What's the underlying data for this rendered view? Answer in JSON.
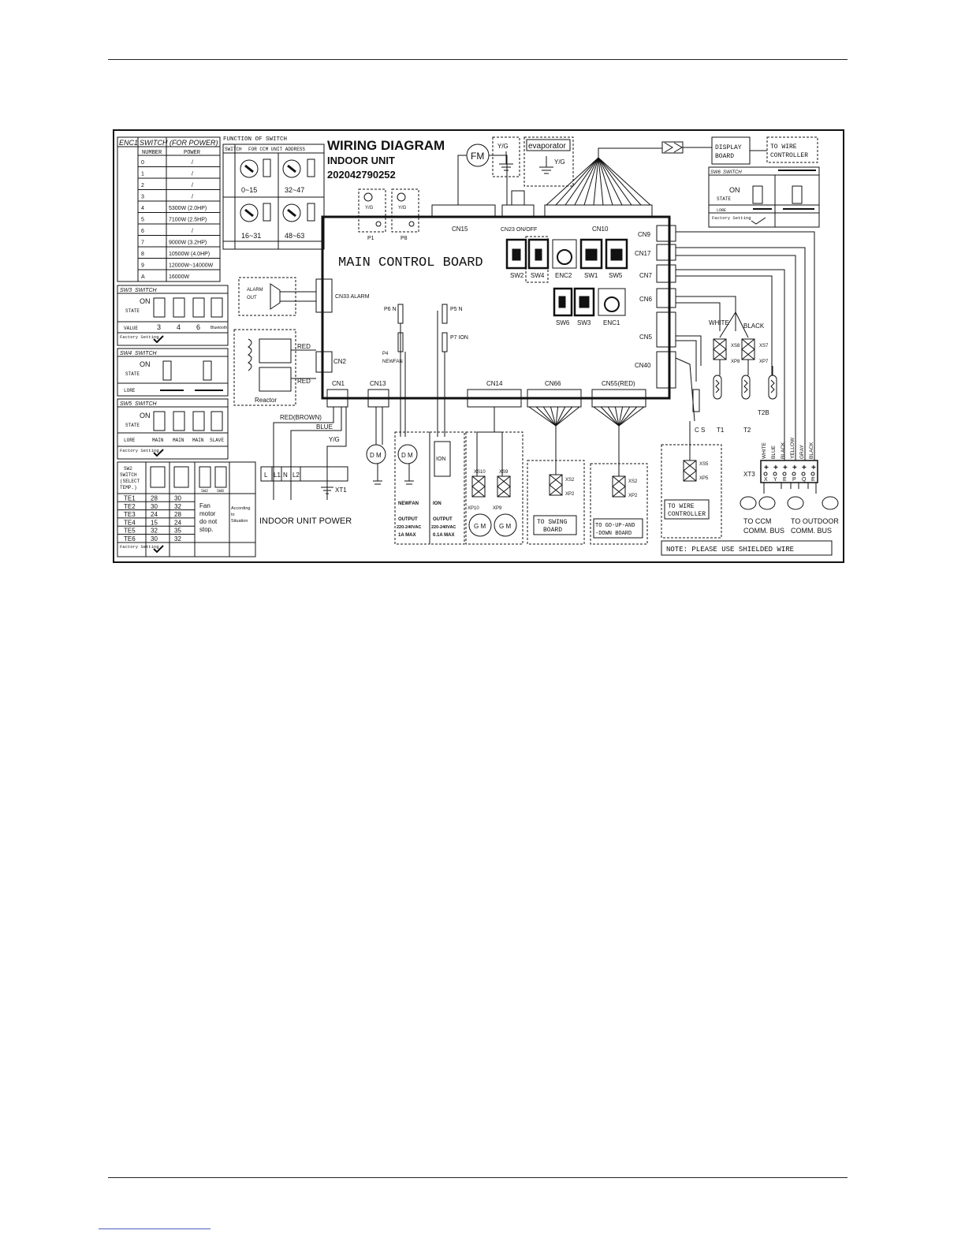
{
  "header": {
    "title": "WIRING DIAGRAM",
    "subtitle": "INDOOR UNIT",
    "code": "202042790252",
    "main_board": "MAIN CONTROL BOARD"
  },
  "enc1_table": {
    "head_enc": "ENC1",
    "head_switch": "SWITCH",
    "head_power_note": "(FOR POWER)",
    "col_number": "NUMBER",
    "col_power": "POWER",
    "rows": [
      {
        "n": "0",
        "p": "/"
      },
      {
        "n": "1",
        "p": "/"
      },
      {
        "n": "2",
        "p": "/"
      },
      {
        "n": "3",
        "p": "/"
      },
      {
        "n": "4",
        "p": "5300W (2.0HP)"
      },
      {
        "n": "5",
        "p": "7100W (2.5HP)"
      },
      {
        "n": "6",
        "p": "/"
      },
      {
        "n": "7",
        "p": "9000W (3.2HP)"
      },
      {
        "n": "8",
        "p": "10500W (4.0HP)"
      },
      {
        "n": "9",
        "p": "12000W~14000W"
      },
      {
        "n": "A",
        "p": "16000W"
      }
    ]
  },
  "function_table": {
    "title": "FUNCTION OF SWITCH",
    "col_switch": "SWITCH",
    "col_address": "FOR CCM UNIT ADDRESS",
    "ranges": [
      "0~15",
      "32~47",
      "16~31",
      "48~63"
    ]
  },
  "sw3_table": {
    "name": "SW3",
    "label": "SWITCH",
    "on": "ON",
    "state": "STATE",
    "value_label": "VALUE",
    "values": [
      "3",
      "4",
      "6",
      "Bluetooth"
    ],
    "factory": "Factory Setting"
  },
  "sw4_table": {
    "name": "SW4",
    "label": "SWITCH",
    "on": "ON",
    "state": "STATE",
    "lore": "LORE"
  },
  "sw5_table": {
    "name": "SW5",
    "label": "SWITCH",
    "on": "ON",
    "state": "STATE",
    "lore": "LORE",
    "values": [
      "MAIN",
      "MAIN",
      "MAIN",
      "SLAVE"
    ],
    "factory": "Factory Setting"
  },
  "sw6_table": {
    "name": "SW6",
    "label": "SWITCH",
    "on": "ON",
    "state": "STATE",
    "lore": "LORE",
    "factory": "Factory Setting"
  },
  "sw2_table": {
    "head": [
      "SW2",
      "SWITCH",
      "(SELECT",
      "TEMP.)"
    ],
    "rows": [
      [
        "TE1",
        "28",
        "30"
      ],
      [
        "TE2",
        "30",
        "32"
      ],
      [
        "TE3",
        "24",
        "28"
      ],
      [
        "TE4",
        "15",
        "24"
      ],
      [
        "TE5",
        "32",
        "35"
      ],
      [
        "TE6",
        "30",
        "32"
      ]
    ],
    "sw_labels": [
      "SW2",
      "SW8"
    ],
    "note": [
      "Fan",
      "motor",
      "do not",
      "stop."
    ],
    "note2": [
      "According",
      "to",
      "Situation"
    ],
    "factory": "Factory Setting"
  },
  "components": {
    "fm": "FM",
    "yg": "Y/G",
    "evaporator": "evaporator",
    "display_board": [
      "DISPLAY",
      "BOARD"
    ],
    "to_wire_controller": [
      "TO WIRE",
      "CONTROLLER"
    ],
    "p1": "P1",
    "p8": "P8",
    "cn15": "CN15",
    "cn23": "CN23 ON/OFF",
    "cn10": "CN10",
    "cn9": "CN9",
    "cn17": "CN17",
    "cn7": "CN7",
    "cn6": "CN6",
    "cn5": "CN5",
    "cn40": "CN40",
    "cn33": "CN33 ALARM",
    "alarm_out": [
      "ALARM",
      "OUT"
    ],
    "cn2": "CN2",
    "reactor": "Reactor",
    "red": "RED",
    "p6": "P6 N",
    "p4": [
      "P4",
      "NEWFAN"
    ],
    "p5": "P5 N",
    "p7": "P7 ION",
    "sw2": "SW2",
    "sw4": "SW4",
    "enc2": "ENC2",
    "sw1": "SW1",
    "sw5": "SW5",
    "sw6": "SW6",
    "sw3": "SW3",
    "enc1": "ENC1",
    "cn1": "CN1",
    "cn13": "CN13",
    "cn14": "CN14",
    "cn66": "CN66",
    "cn55": "CN55(RED)",
    "red_brown": "RED(BROWN)",
    "blue": "BLUE",
    "xt1": "XT1",
    "indoor_power": "INDOOR UNIT POWER",
    "terminals": [
      "L",
      "L1",
      "N",
      "L2"
    ],
    "dm": "D M",
    "newfan": "NEWFAN",
    "output1": [
      "OUTPUT",
      "220-240VAC",
      "1A MAX"
    ],
    "ion": "ION",
    "output2": [
      "OUTPUT",
      "220-240VAC",
      "0.1A MAX"
    ],
    "xs10": "XS10",
    "xs9": "XS9",
    "xp10": "XP10",
    "xp9": "XP9",
    "gm": "G M",
    "xs2": "XS2",
    "xp2": "XP2",
    "to_swing": [
      "TO SWING",
      "BOARD"
    ],
    "to_go_up": [
      "TO GO-UP-AND",
      "-DOWN BOARD"
    ],
    "xs5": "XS5",
    "xp5": "XP5",
    "to_wire_ctrl2": [
      "TO WIRE",
      "CONTROLLER"
    ],
    "white": "WHITE",
    "black": "BLACK",
    "xs8": "XS8",
    "xp8": "XP8",
    "xs7": "XS7",
    "xp7": "XP7",
    "cs": "C S",
    "t1": "T1",
    "t2": "T2",
    "t2b": "T2B",
    "wire_colors": [
      "WHITE",
      "BLUE",
      "BLACK",
      "YELLOW",
      "GRAY",
      "BLACK"
    ],
    "xt3": "XT3",
    "xt3_terms": [
      "X",
      "Y",
      "E",
      "P",
      "Q",
      "E"
    ],
    "to_ccm": [
      "TO CCM",
      "COMM. BUS"
    ],
    "to_outdoor": [
      "TO OUTDOOR",
      "COMM. BUS"
    ],
    "note": "NOTE: PLEASE USE SHIELDED WIRE",
    "sw6_on": "ON",
    "sw6_state": "STATE",
    "sw6_lore": "LORE",
    "sw6_factory": "Factory Setting",
    "sw6_name": "SW6",
    "sw6_switch": "SWITCH"
  }
}
